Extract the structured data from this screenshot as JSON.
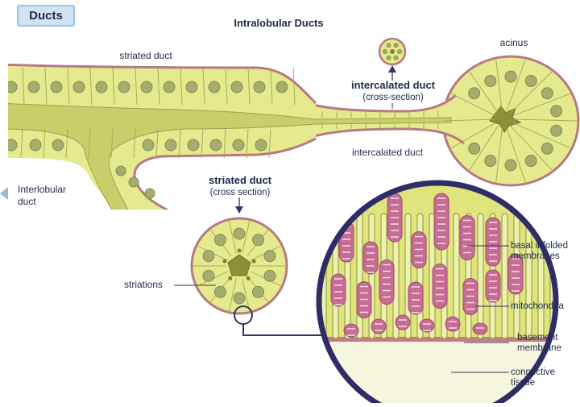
{
  "header": {
    "badge": "Ducts",
    "title": "Intralobular Ducts"
  },
  "labels": {
    "striated_duct_top": "striated duct",
    "acinus": "acinus",
    "intercalated_cross_title": "intercalated duct",
    "intercalated_cross_sub": "(cross-section)",
    "intercalated_duct": "intercalated duct",
    "interlobular_line1": "Interlobular",
    "interlobular_line2": "duct",
    "striated_cross_title": "striated duct",
    "striated_cross_sub": "(cross section)",
    "striations": "striations",
    "basal_line1": "basal infolded",
    "basal_line2": "membranes",
    "mitochondria": "mitochondria",
    "basement_line1": "basement",
    "basement_line2": "membrane",
    "connective_line1": "connective",
    "connective_line2": "tissue"
  },
  "colors": {
    "cell_fill": "#e6ea8e",
    "cell_edge": "#a7ac5a",
    "membrane": "#b67a82",
    "nucleus": "#a5ad6c",
    "mito_fill": "#c76d93",
    "mito_inner": "#f4dbe6",
    "zoom_ring": "#2f2d66",
    "connective": "#f6f6df",
    "label_text": "#1f2a4a",
    "arrow": "#303566"
  }
}
